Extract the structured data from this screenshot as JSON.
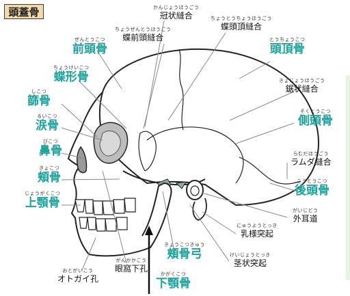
{
  "title": "頭蓋骨",
  "colors": {
    "teal": "#1aa29d",
    "title_bg": "#f6d9a8",
    "bone_stroke": "#222222"
  },
  "labels": {
    "coronal_suture": {
      "ruby": "かんじょうほうごう",
      "text": "冠状縫合"
    },
    "sphenoparietal_suture": {
      "ruby": "ちょうとうちょうほうごう",
      "text": "蝶頭頂縫合"
    },
    "sphenofrontal_suture": {
      "ruby": "ちょうぜんとうほうごう",
      "text": "蝶前頭縫合"
    },
    "frontal_bone": {
      "ruby": "ぜんとうこつ",
      "text": "前頭骨"
    },
    "parietal_bone": {
      "ruby": "とうちょうこつ",
      "text": "頭頂骨"
    },
    "sphenoid_bone": {
      "ruby": "ちょうけいこつ",
      "text": "蝶形骨"
    },
    "squamous_suture": {
      "ruby": "きょじょうほうごう",
      "text": "鋸状縫合"
    },
    "ethmoid_bone": {
      "ruby": "しこつ",
      "text": "篩骨"
    },
    "temporal_bone": {
      "ruby": "そくとうこつ",
      "text": "側頭骨"
    },
    "lacrimal_bone": {
      "ruby": "るいこつ",
      "text": "涙骨"
    },
    "nasal_bone": {
      "ruby": "びこつ",
      "text": "鼻骨"
    },
    "lambdoid_suture": {
      "ruby": "らむだほうごう",
      "text": "ラムダ縫合"
    },
    "zygomatic_bone": {
      "ruby": "きょこつ",
      "text": "頬骨"
    },
    "occipital_bone": {
      "ruby": "こうとうこつ",
      "text": "後頭骨"
    },
    "maxilla": {
      "ruby": "じょうがくこつ",
      "text": "上顎骨"
    },
    "external_ear": {
      "ruby": "がいじどう",
      "text": "外耳道"
    },
    "mastoid_process": {
      "ruby": "にゅうようとっき",
      "text": "乳様突起"
    },
    "zygomatic_arch": {
      "ruby": "きょうこつきゅう",
      "text": "頬骨弓"
    },
    "infraorbital_foramen": {
      "ruby": "がんかかこう",
      "text": "眼窩下孔"
    },
    "styloid_process": {
      "ruby": "けいじょうとっき",
      "text": "茎状突起"
    },
    "mental_foramen": {
      "ruby": "おとがいこう",
      "text": "オトガイ孔"
    },
    "mandible": {
      "ruby": "かがくこつ",
      "text": "下顎骨"
    }
  }
}
